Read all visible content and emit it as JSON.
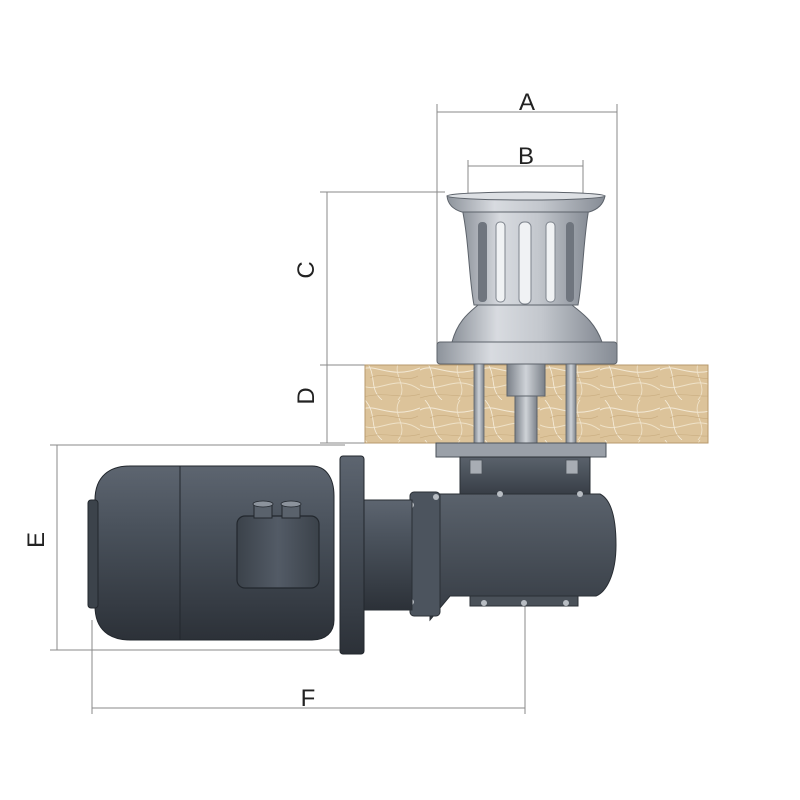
{
  "diagram": {
    "labels": {
      "a": "A",
      "b": "B",
      "c": "C",
      "d": "D",
      "e": "E",
      "f": "F"
    }
  },
  "colors": {
    "motor_body": "#4a525c",
    "motor_dark": "#2f353d",
    "capstan": "#b9bdc4",
    "capstan_dark": "#7e848d",
    "deck": "#dcc39a",
    "deck_fibre": "#f2e7d2",
    "dimension": "#8a8a8a"
  }
}
